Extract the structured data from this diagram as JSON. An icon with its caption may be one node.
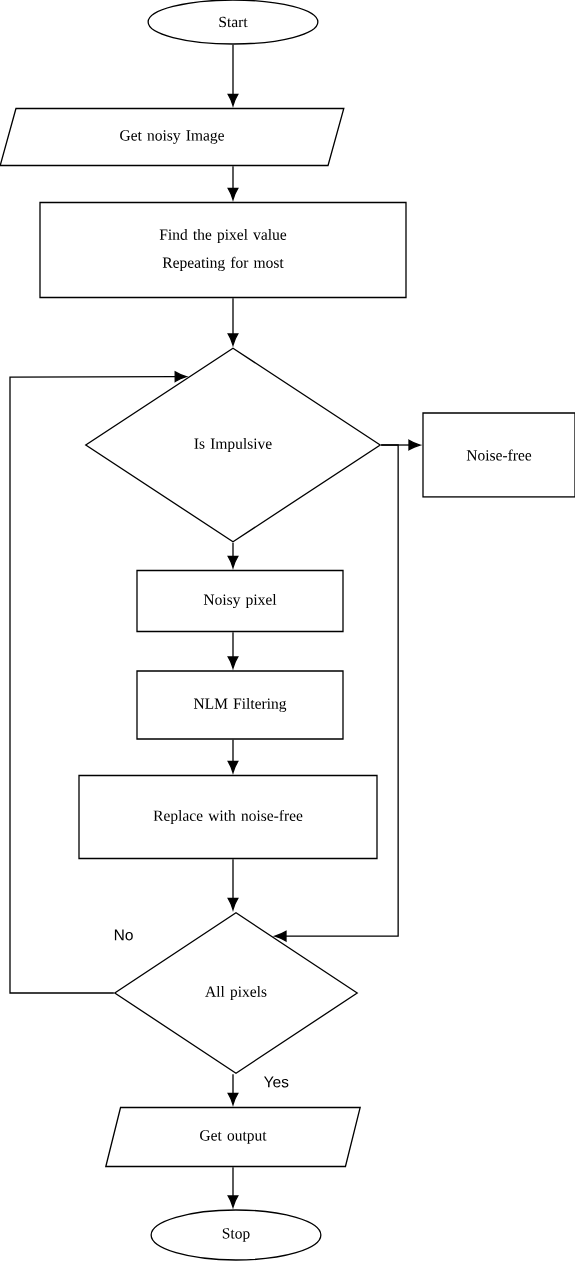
{
  "diagram": {
    "nodes": [
      {
        "text": [
          "Start"
        ]
      },
      {
        "text": [
          "Get noisy Image"
        ]
      },
      {
        "text": [
          "Find the pixel value",
          "Repeating for most"
        ]
      },
      {
        "text": [
          "Is Impulsive"
        ]
      },
      {
        "text": [
          "Noise-free"
        ]
      },
      {
        "text": [
          "Noisy pixel"
        ]
      },
      {
        "text": [
          "NLM Filtering"
        ]
      },
      {
        "text": [
          "Replace with noise-free"
        ]
      },
      {
        "text": [
          "All pixels"
        ]
      },
      {
        "text": [
          "Get output"
        ]
      },
      {
        "text": [
          "Stop"
        ]
      }
    ],
    "edges": [
      {
        "from": 0,
        "to": 1,
        "arrow": "to"
      },
      {
        "from": 1,
        "to": 2,
        "arrow": "to"
      },
      {
        "from": 2,
        "to": 3,
        "arrow": "to"
      },
      {
        "from": 3,
        "to": 4,
        "arrow": "to"
      },
      {
        "from": 3,
        "to": 5,
        "arrow": "to"
      },
      {
        "from": 5,
        "to": 6,
        "arrow": "to"
      },
      {
        "from": 6,
        "to": 7,
        "arrow": "to"
      },
      {
        "from": 7,
        "to": 8,
        "arrow": "to"
      },
      {
        "from": 3,
        "to": 8,
        "arrow": "to"
      },
      {
        "from": 8,
        "to": 3,
        "label": "No",
        "arrow": "to"
      },
      {
        "from": 8,
        "to": 9,
        "label": "Yes",
        "arrow": "to"
      },
      {
        "from": 9,
        "to": 10,
        "arrow": "to"
      }
    ]
  }
}
